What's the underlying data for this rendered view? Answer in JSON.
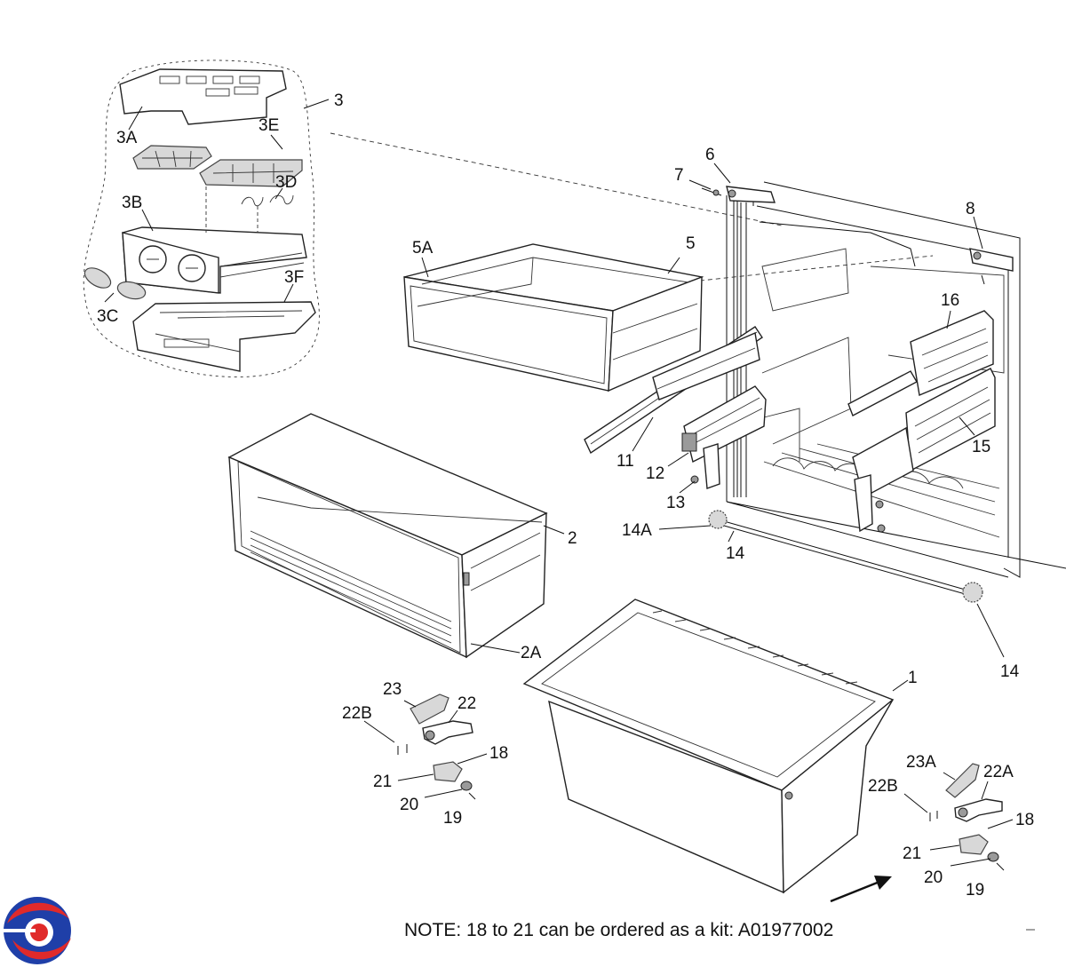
{
  "labels": {
    "l3": "3",
    "l3A": "3A",
    "l3E": "3E",
    "l3D": "3D",
    "l3B": "3B",
    "l3C": "3C",
    "l3F": "3F",
    "l5A": "5A",
    "l5": "5",
    "l6": "6",
    "l7": "7",
    "l8": "8",
    "l16": "16",
    "l15": "15",
    "l11": "11",
    "l12": "12",
    "l13": "13",
    "l14A": "14A",
    "l14a": "14",
    "l14b": "14",
    "l2": "2",
    "l2A": "2A",
    "l1": "1",
    "l23": "23",
    "l22": "22",
    "l22B": "22B",
    "l18": "18",
    "l21": "21",
    "l20": "20",
    "l19": "19",
    "r23A": "23A",
    "r22A": "22A",
    "r22B": "22B",
    "r18": "18",
    "r21": "21",
    "r20": "20",
    "r19": "19"
  },
  "note": "NOTE: 18 to 21 can be ordered as a kit: A01977002",
  "logo": {
    "colors": [
      "#1f3fa8",
      "#e02a2a",
      "#ffffff"
    ]
  },
  "icons": {
    "arrow": "arrow-icon",
    "logo": "brand-logo-icon"
  }
}
